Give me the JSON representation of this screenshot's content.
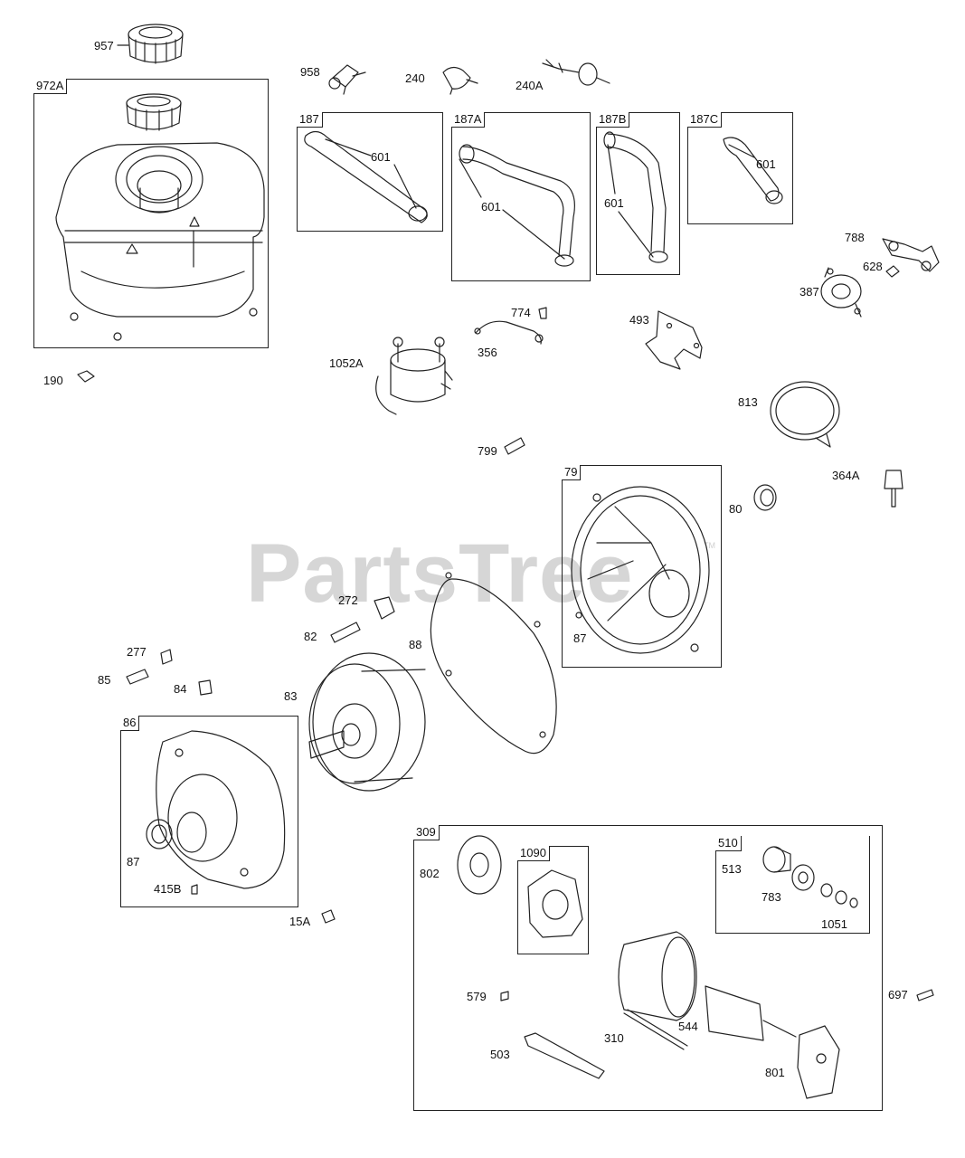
{
  "watermark": {
    "text": "PartsTree",
    "trademark": "TM"
  },
  "boxes": {
    "b972A": "972A",
    "b187": "187",
    "b187A": "187A",
    "b187B": "187B",
    "b187C": "187C",
    "b79": "79",
    "b86": "86",
    "b309": "309",
    "b1090": "1090",
    "b510": "510"
  },
  "labels": {
    "l957": "957",
    "l958": "958",
    "l240": "240",
    "l240A": "240A",
    "l601a": "601",
    "l601b": "601",
    "l601c": "601",
    "l601d": "601",
    "l788": "788",
    "l628": "628",
    "l387": "387",
    "l774": "774",
    "l356": "356",
    "l493": "493",
    "l1052A": "1052A",
    "l190": "190",
    "l813": "813",
    "l799": "799",
    "l364A": "364A",
    "l80": "80",
    "l87a": "87",
    "l272": "272",
    "l82": "82",
    "l88": "88",
    "l277": "277",
    "l85": "85",
    "l84": "84",
    "l83": "83",
    "l87b": "87",
    "l415B": "415B",
    "l15A": "15A",
    "l802": "802",
    "l513": "513",
    "l783": "783",
    "l1051": "1051",
    "l579": "579",
    "l544": "544",
    "l310": "310",
    "l503": "503",
    "l801": "801",
    "l697": "697"
  }
}
